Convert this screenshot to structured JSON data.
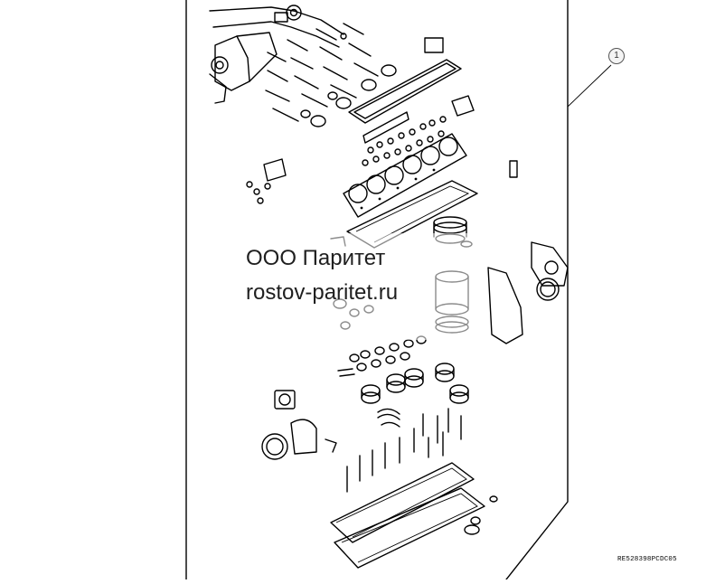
{
  "watermark": {
    "line1": "ООО Паритет",
    "line2": "rostov-paritet.ru"
  },
  "callout": {
    "number": "1"
  },
  "drawing": {
    "reference": "RE528398PCDC05"
  }
}
